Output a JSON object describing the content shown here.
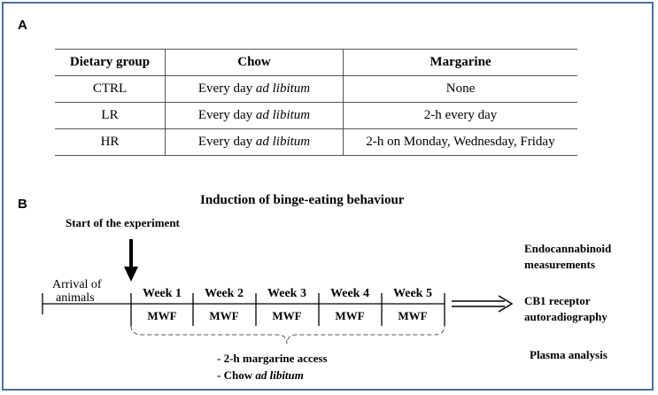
{
  "panel_a": {
    "label": "A",
    "headers": [
      "Dietary group",
      "Chow",
      "Margarine"
    ],
    "rows": [
      {
        "group": "CTRL",
        "chow_prefix": "Every day ",
        "chow_italic": "ad libitum",
        "margarine": "None"
      },
      {
        "group": "LR",
        "chow_prefix": "Every day ",
        "chow_italic": "ad libitum",
        "margarine": "2-h every day"
      },
      {
        "group": "HR",
        "chow_prefix": "Every day ",
        "chow_italic": "ad libitum",
        "margarine": "2-h on  Monday, Wednesday, Friday"
      }
    ]
  },
  "panel_b": {
    "label": "B",
    "title": "Induction of binge-eating behaviour",
    "start_label": "Start of the experiment",
    "arrival_line1": "Arrival of",
    "arrival_line2": "animals",
    "weeks": [
      "Week 1",
      "Week 2",
      "Week 3",
      "Week 4",
      "Week 5"
    ],
    "schedule": [
      "MWF",
      "MWF",
      "MWF",
      "MWF",
      "MWF"
    ],
    "treatment_line1": "- 2-h margarine access",
    "treatment_line2_prefix": "- Chow ",
    "treatment_line2_italic": "ad libitum",
    "outcomes": {
      "endo_line1": "Endocannabinoid",
      "endo_line2": "measurements",
      "cb1_line1": "CB1 receptor",
      "cb1_line2": "autoradiography",
      "plasma": "Plasma analysis"
    }
  }
}
